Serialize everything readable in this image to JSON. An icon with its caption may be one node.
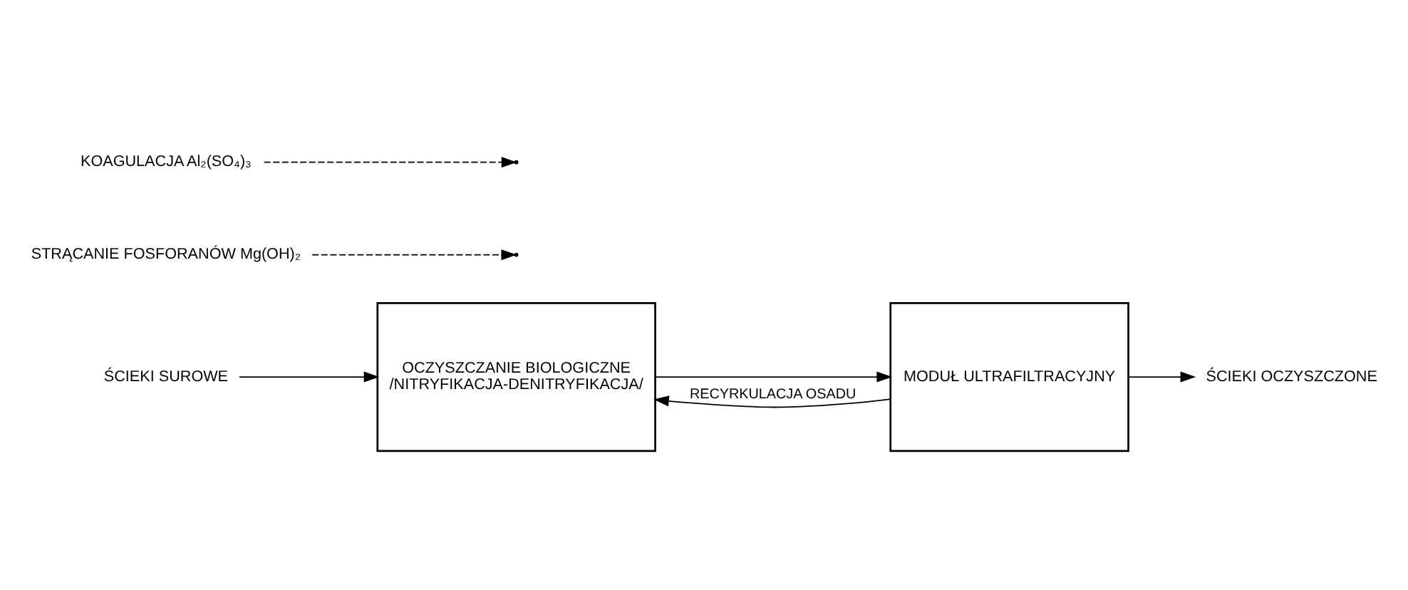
{
  "diagram": {
    "nodes": [
      {
        "text": [
          "ŚCIEKI SUROWE"
        ]
      },
      {
        "text": [
          "STRĄCANIE FOSFORANÓW Mg(OH)₂"
        ]
      },
      {
        "text": [
          "OCZYSZCZANIE BIOLOGICZNE",
          "/NITRYFIKACJA-DENITRYFIKACJA/"
        ]
      },
      {
        "text": [
          "KOAGULACJA Al₂(SO₄)₃"
        ]
      },
      {
        "text": [
          "MODUŁ ULTRAFILTRACYJNY"
        ]
      },
      {
        "text": [
          "ŚCIEKI OCZYSZCZONE"
        ]
      }
    ],
    "edges": [
      {
        "from": 0,
        "to": 2,
        "arrow": "to"
      },
      {
        "from": 1,
        "to": null,
        "arrow": "to",
        "style": "dashed"
      },
      {
        "from": 2,
        "to": 4,
        "arrow": "to"
      },
      {
        "from": 3,
        "to": null,
        "arrow": "to",
        "style": "dashed"
      },
      {
        "from": 4,
        "to": 5,
        "arrow": "to"
      },
      {
        "from": 4,
        "to": 2,
        "arrow": "to",
        "label": "RECYRKULACJA OSADU"
      }
    ]
  }
}
